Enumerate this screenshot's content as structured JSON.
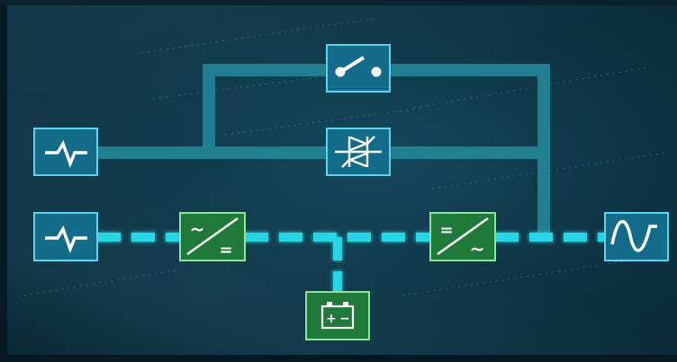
{
  "diagram": {
    "colors": {
      "bypass_line": "#1f7e8f",
      "active_line": "#27d6e6",
      "blue_block_fill": "#136c8a",
      "blue_block_border": "#5fd3ea",
      "green_block_fill": "#1f7a3a",
      "green_block_border": "#8fe0a5",
      "icon": "#ffffff"
    },
    "blocks": [
      {
        "id": "bypass-input",
        "icon": "ac-input-waveform-icon",
        "color": "blue"
      },
      {
        "id": "main-input",
        "icon": "ac-input-waveform-icon",
        "color": "blue"
      },
      {
        "id": "maintenance-bypass-switch",
        "icon": "switch-icon",
        "color": "blue"
      },
      {
        "id": "static-bypass-switch",
        "icon": "thyristor-icon",
        "color": "blue"
      },
      {
        "id": "rectifier",
        "icon": "ac-dc-converter-icon",
        "color": "green",
        "glyph_top": "~",
        "glyph_bottom": "="
      },
      {
        "id": "inverter",
        "icon": "dc-ac-converter-icon",
        "color": "green",
        "glyph_top": "=",
        "glyph_bottom": "~"
      },
      {
        "id": "battery",
        "icon": "battery-icon",
        "color": "green",
        "glyph_plus": "+",
        "glyph_minus": "−"
      },
      {
        "id": "output",
        "icon": "sine-wave-output-icon",
        "color": "blue"
      }
    ]
  }
}
